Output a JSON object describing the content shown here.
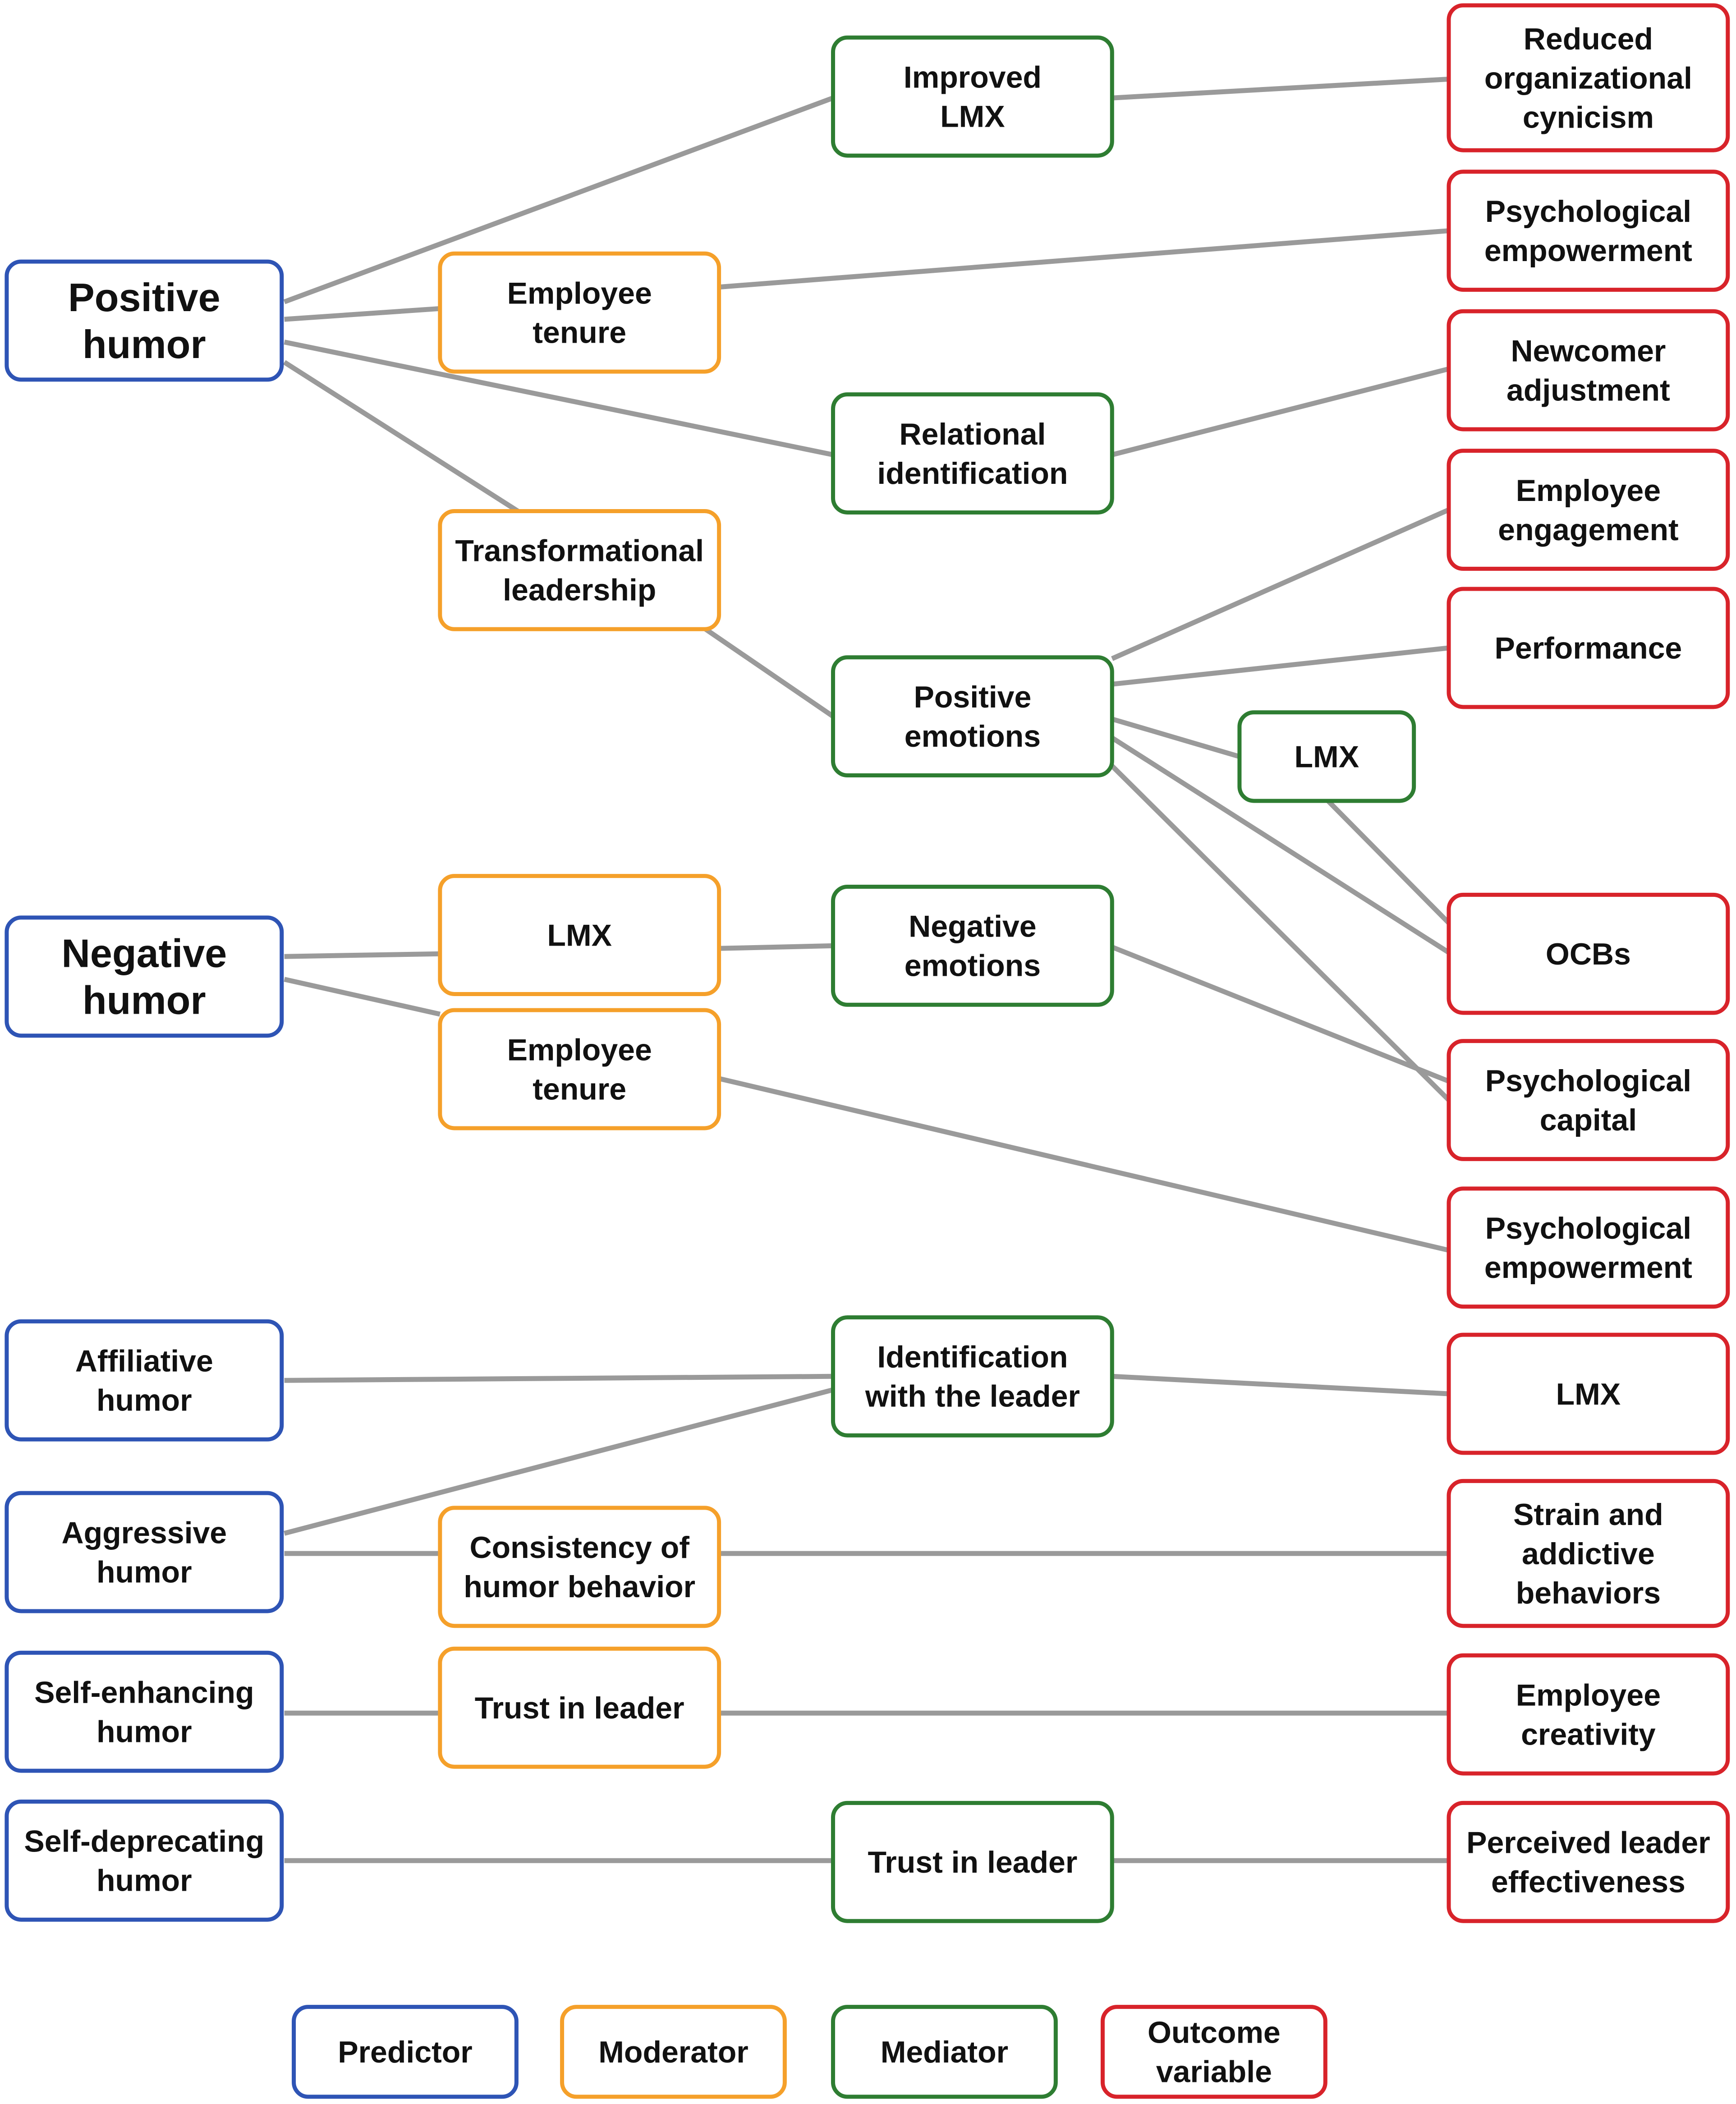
{
  "colors": {
    "predictor": "#2e54b5",
    "moderator": "#f5a02a",
    "mediator": "#2e7d32",
    "outcome": "#d8232a",
    "edge": "#9a9a9a"
  },
  "nodes": [
    {
      "id": "positive-humor",
      "role": "predictor",
      "lines": [
        "Positive",
        "humor"
      ],
      "emphasis": true
    },
    {
      "id": "negative-humor",
      "role": "predictor",
      "lines": [
        "Negative",
        "humor"
      ],
      "emphasis": true
    },
    {
      "id": "affiliative-humor",
      "role": "predictor",
      "lines": [
        "Affiliative",
        "humor"
      ]
    },
    {
      "id": "aggressive-humor",
      "role": "predictor",
      "lines": [
        "Aggressive",
        "humor"
      ]
    },
    {
      "id": "self-enhancing-humor",
      "role": "predictor",
      "lines": [
        "Self-enhancing",
        "humor"
      ]
    },
    {
      "id": "self-deprecating-humor",
      "role": "predictor",
      "lines": [
        "Self-deprecating",
        "humor"
      ]
    },
    {
      "id": "employee-tenure-1",
      "role": "moderator",
      "lines": [
        "Employee",
        "tenure"
      ]
    },
    {
      "id": "transformational-leadership",
      "role": "moderator",
      "lines": [
        "Transformational",
        "leadership"
      ]
    },
    {
      "id": "lmx-moderator",
      "role": "moderator",
      "lines": [
        "LMX"
      ]
    },
    {
      "id": "employee-tenure-2",
      "role": "moderator",
      "lines": [
        "Employee",
        "tenure"
      ]
    },
    {
      "id": "consistency-of-humor-behavior",
      "role": "moderator",
      "lines": [
        "Consistency of",
        "humor behavior"
      ]
    },
    {
      "id": "trust-in-leader-moderator",
      "role": "moderator",
      "lines": [
        "Trust in leader"
      ]
    },
    {
      "id": "improved-lmx",
      "role": "mediator",
      "lines": [
        "Improved",
        "LMX"
      ]
    },
    {
      "id": "relational-identification",
      "role": "mediator",
      "lines": [
        "Relational",
        "identification"
      ]
    },
    {
      "id": "positive-emotions",
      "role": "mediator",
      "lines": [
        "Positive",
        "emotions"
      ]
    },
    {
      "id": "lmx-mediator",
      "role": "mediator",
      "lines": [
        "LMX"
      ]
    },
    {
      "id": "negative-emotions",
      "role": "mediator",
      "lines": [
        "Negative",
        "emotions"
      ]
    },
    {
      "id": "identification-with-the-leader",
      "role": "mediator",
      "lines": [
        "Identification",
        "with the leader"
      ]
    },
    {
      "id": "trust-in-leader-mediator",
      "role": "mediator",
      "lines": [
        "Trust in leader"
      ]
    },
    {
      "id": "reduced-organizational-cynicism",
      "role": "outcome",
      "lines": [
        "Reduced",
        "organizational",
        "cynicism"
      ]
    },
    {
      "id": "psychological-empowerment-1",
      "role": "outcome",
      "lines": [
        "Psychological",
        "empowerment"
      ]
    },
    {
      "id": "newcomer-adjustment",
      "role": "outcome",
      "lines": [
        "Newcomer",
        "adjustment"
      ]
    },
    {
      "id": "employee-engagement",
      "role": "outcome",
      "lines": [
        "Employee",
        "engagement"
      ]
    },
    {
      "id": "performance",
      "role": "outcome",
      "lines": [
        "Performance"
      ]
    },
    {
      "id": "ocbs",
      "role": "outcome",
      "lines": [
        "OCBs"
      ]
    },
    {
      "id": "psychological-capital",
      "role": "outcome",
      "lines": [
        "Psychological",
        "capital"
      ]
    },
    {
      "id": "psychological-empowerment-2",
      "role": "outcome",
      "lines": [
        "Psychological",
        "empowerment"
      ]
    },
    {
      "id": "lmx-outcome",
      "role": "outcome",
      "lines": [
        "LMX"
      ]
    },
    {
      "id": "strain-and-addictive-behaviors",
      "role": "outcome",
      "lines": [
        "Strain and",
        "addictive",
        "behaviors"
      ]
    },
    {
      "id": "employee-creativity",
      "role": "outcome",
      "lines": [
        "Employee",
        "creativity"
      ]
    },
    {
      "id": "perceived-leader-effectiveness",
      "role": "outcome",
      "lines": [
        "Perceived leader",
        "effectiveness"
      ]
    }
  ],
  "edges": [
    [
      "positive-humor",
      "improved-lmx"
    ],
    [
      "improved-lmx",
      "reduced-organizational-cynicism"
    ],
    [
      "positive-humor",
      "employee-tenure-1"
    ],
    [
      "employee-tenure-1",
      "psychological-empowerment-1"
    ],
    [
      "positive-humor",
      "relational-identification"
    ],
    [
      "relational-identification",
      "newcomer-adjustment"
    ],
    [
      "positive-humor",
      "transformational-leadership"
    ],
    [
      "transformational-leadership",
      "positive-emotions"
    ],
    [
      "positive-emotions",
      "employee-engagement"
    ],
    [
      "positive-emotions",
      "performance"
    ],
    [
      "positive-emotions",
      "lmx-mediator"
    ],
    [
      "lmx-mediator",
      "ocbs"
    ],
    [
      "positive-emotions",
      "ocbs"
    ],
    [
      "positive-emotions",
      "psychological-capital"
    ],
    [
      "negative-humor",
      "lmx-moderator"
    ],
    [
      "lmx-moderator",
      "negative-emotions"
    ],
    [
      "negative-emotions",
      "psychological-capital"
    ],
    [
      "negative-humor",
      "employee-tenure-2"
    ],
    [
      "employee-tenure-2",
      "psychological-empowerment-2"
    ],
    [
      "affiliative-humor",
      "identification-with-the-leader"
    ],
    [
      "identification-with-the-leader",
      "lmx-outcome"
    ],
    [
      "aggressive-humor",
      "identification-with-the-leader"
    ],
    [
      "aggressive-humor",
      "consistency-of-humor-behavior"
    ],
    [
      "consistency-of-humor-behavior",
      "strain-and-addictive-behaviors"
    ],
    [
      "self-enhancing-humor",
      "trust-in-leader-moderator"
    ],
    [
      "trust-in-leader-moderator",
      "employee-creativity"
    ],
    [
      "self-deprecating-humor",
      "trust-in-leader-mediator"
    ],
    [
      "trust-in-leader-mediator",
      "perceived-leader-effectiveness"
    ]
  ],
  "legend": [
    {
      "id": "legend-predictor",
      "role": "predictor",
      "lines": [
        "Predictor"
      ]
    },
    {
      "id": "legend-moderator",
      "role": "moderator",
      "lines": [
        "Moderator"
      ]
    },
    {
      "id": "legend-mediator",
      "role": "mediator",
      "lines": [
        "Mediator"
      ]
    },
    {
      "id": "legend-outcome",
      "role": "outcome",
      "lines": [
        "Outcome",
        "variable"
      ]
    }
  ]
}
